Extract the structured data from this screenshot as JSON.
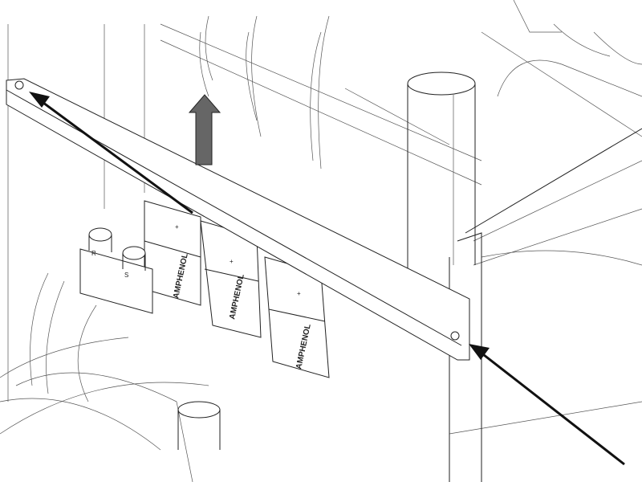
{
  "diagram": {
    "connector_brand": [
      "AMPHENOL",
      "AMPHENOL",
      "AMPHENOL"
    ],
    "polarity_marks": [
      "+",
      "+",
      "+"
    ],
    "port_labels": [
      "R",
      "S"
    ],
    "colors": {
      "line": "#222222",
      "highlight_arrow": "#555555",
      "callout_arrow": "#111111"
    }
  }
}
